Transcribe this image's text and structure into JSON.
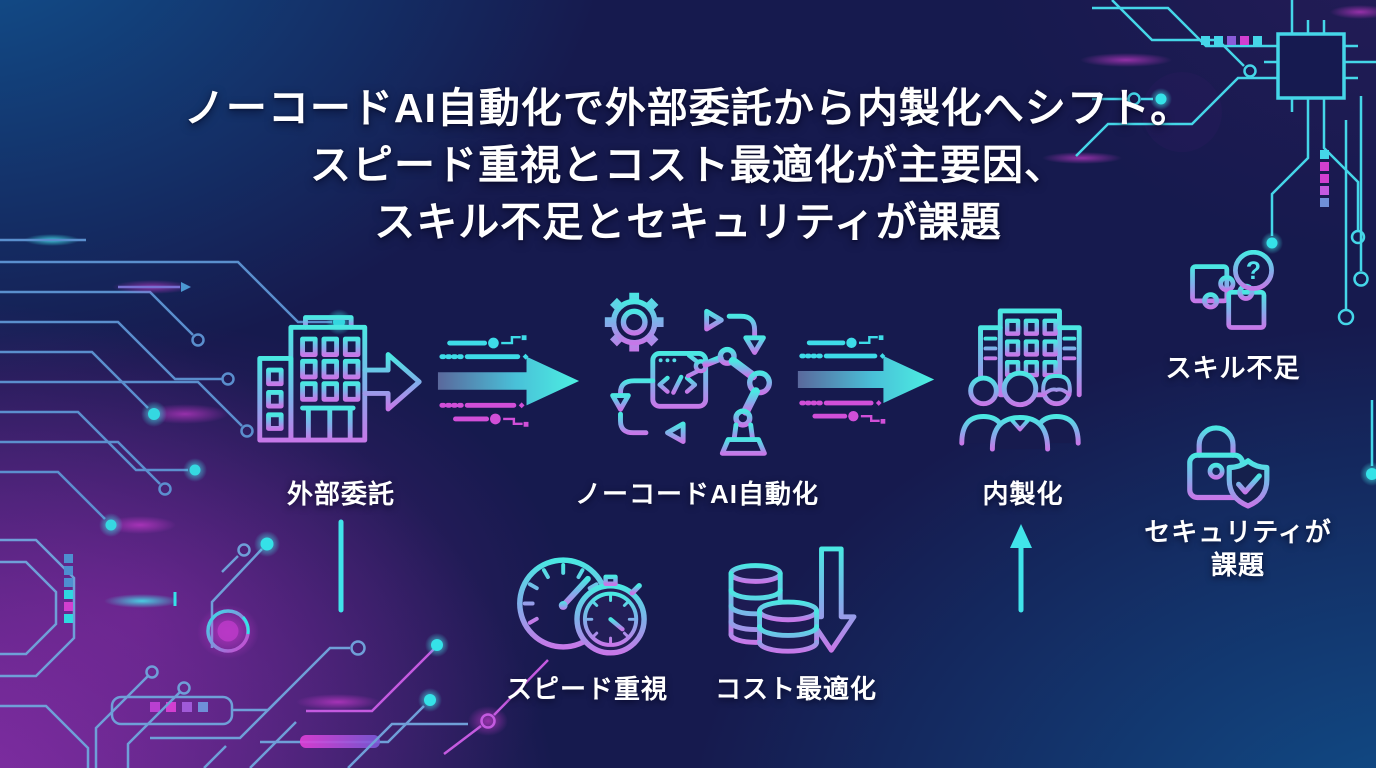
{
  "title": {
    "line1": "ノーコードAI自動化で外部委託から内製化へシフト。",
    "line2": "スピード重視とコスト最適化が主要因、",
    "line3": "スキル不足とセキュリティが課題"
  },
  "flow": {
    "from": {
      "label": "外部委託",
      "icon": "office-building-icon"
    },
    "via": {
      "label": "ノーコードAI自動化",
      "icon": "robot-automation-icon"
    },
    "to": {
      "label": "内製化",
      "icon": "team-building-icon"
    },
    "arrow_icon": "circuit-flow-arrow-icon"
  },
  "factors": {
    "speed": {
      "label": "スピード重視",
      "icon": "speedometer-stopwatch-icon"
    },
    "cost": {
      "label": "コスト最適化",
      "icon": "coins-down-arrow-icon"
    }
  },
  "challenges": {
    "skill": {
      "label": "スキル不足",
      "icon": "puzzle-question-icon"
    },
    "security": {
      "label_line1": "セキュリティが",
      "label_line2": "課題",
      "icon": "lock-shield-icon"
    }
  },
  "colors": {
    "background_navy": "#161a4e",
    "background_blue": "#11538e",
    "background_purple": "#6b2d95",
    "accent_cyan": "#41e4ea",
    "accent_magenta": "#d14fd8",
    "accent_purple": "#b673e6",
    "trace_blue": "#5e95d4",
    "text": "#ffffff"
  }
}
